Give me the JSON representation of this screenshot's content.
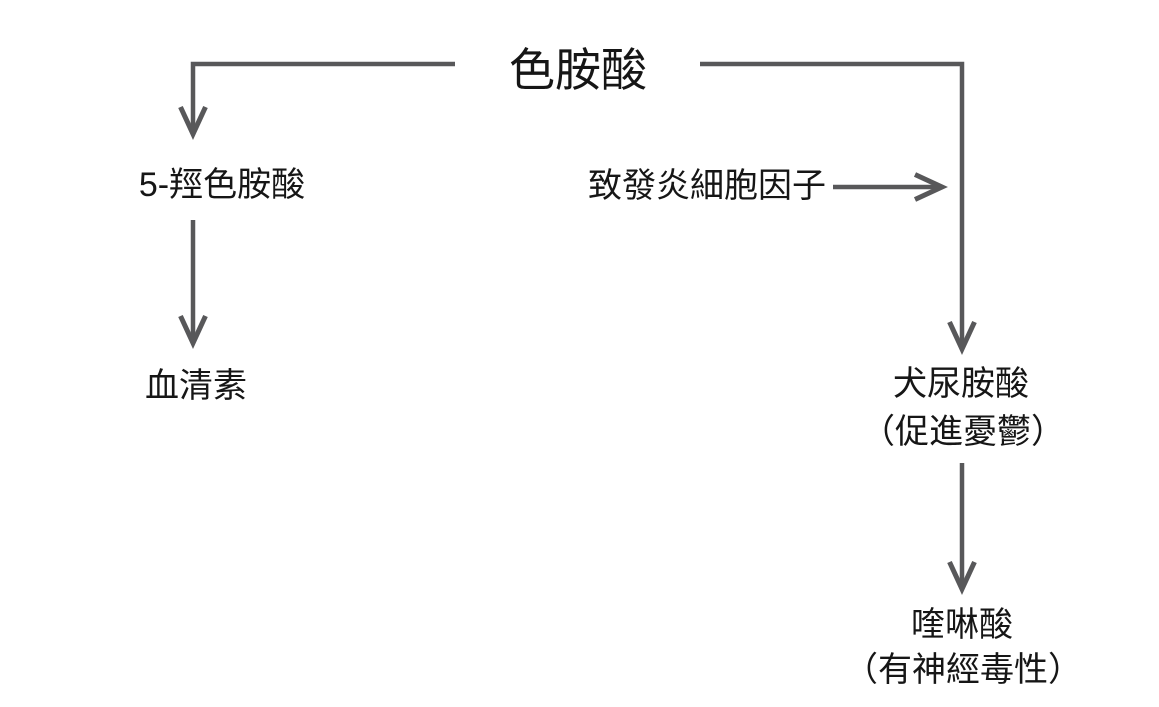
{
  "diagram": {
    "title": "色胺酸",
    "nodes": {
      "five_htp": "5-羥色胺酸",
      "serotonin": "血清素",
      "cytokines": "致發炎細胞因子",
      "kynurenine": "犬尿胺酸",
      "kynurenine_note": "（促進憂鬱）",
      "quinolinic": "喹啉酸",
      "quinolinic_note": "（有神經毒性）"
    },
    "colors": {
      "line": "#58585a",
      "text": "#161616",
      "background": "#ffffff"
    }
  }
}
